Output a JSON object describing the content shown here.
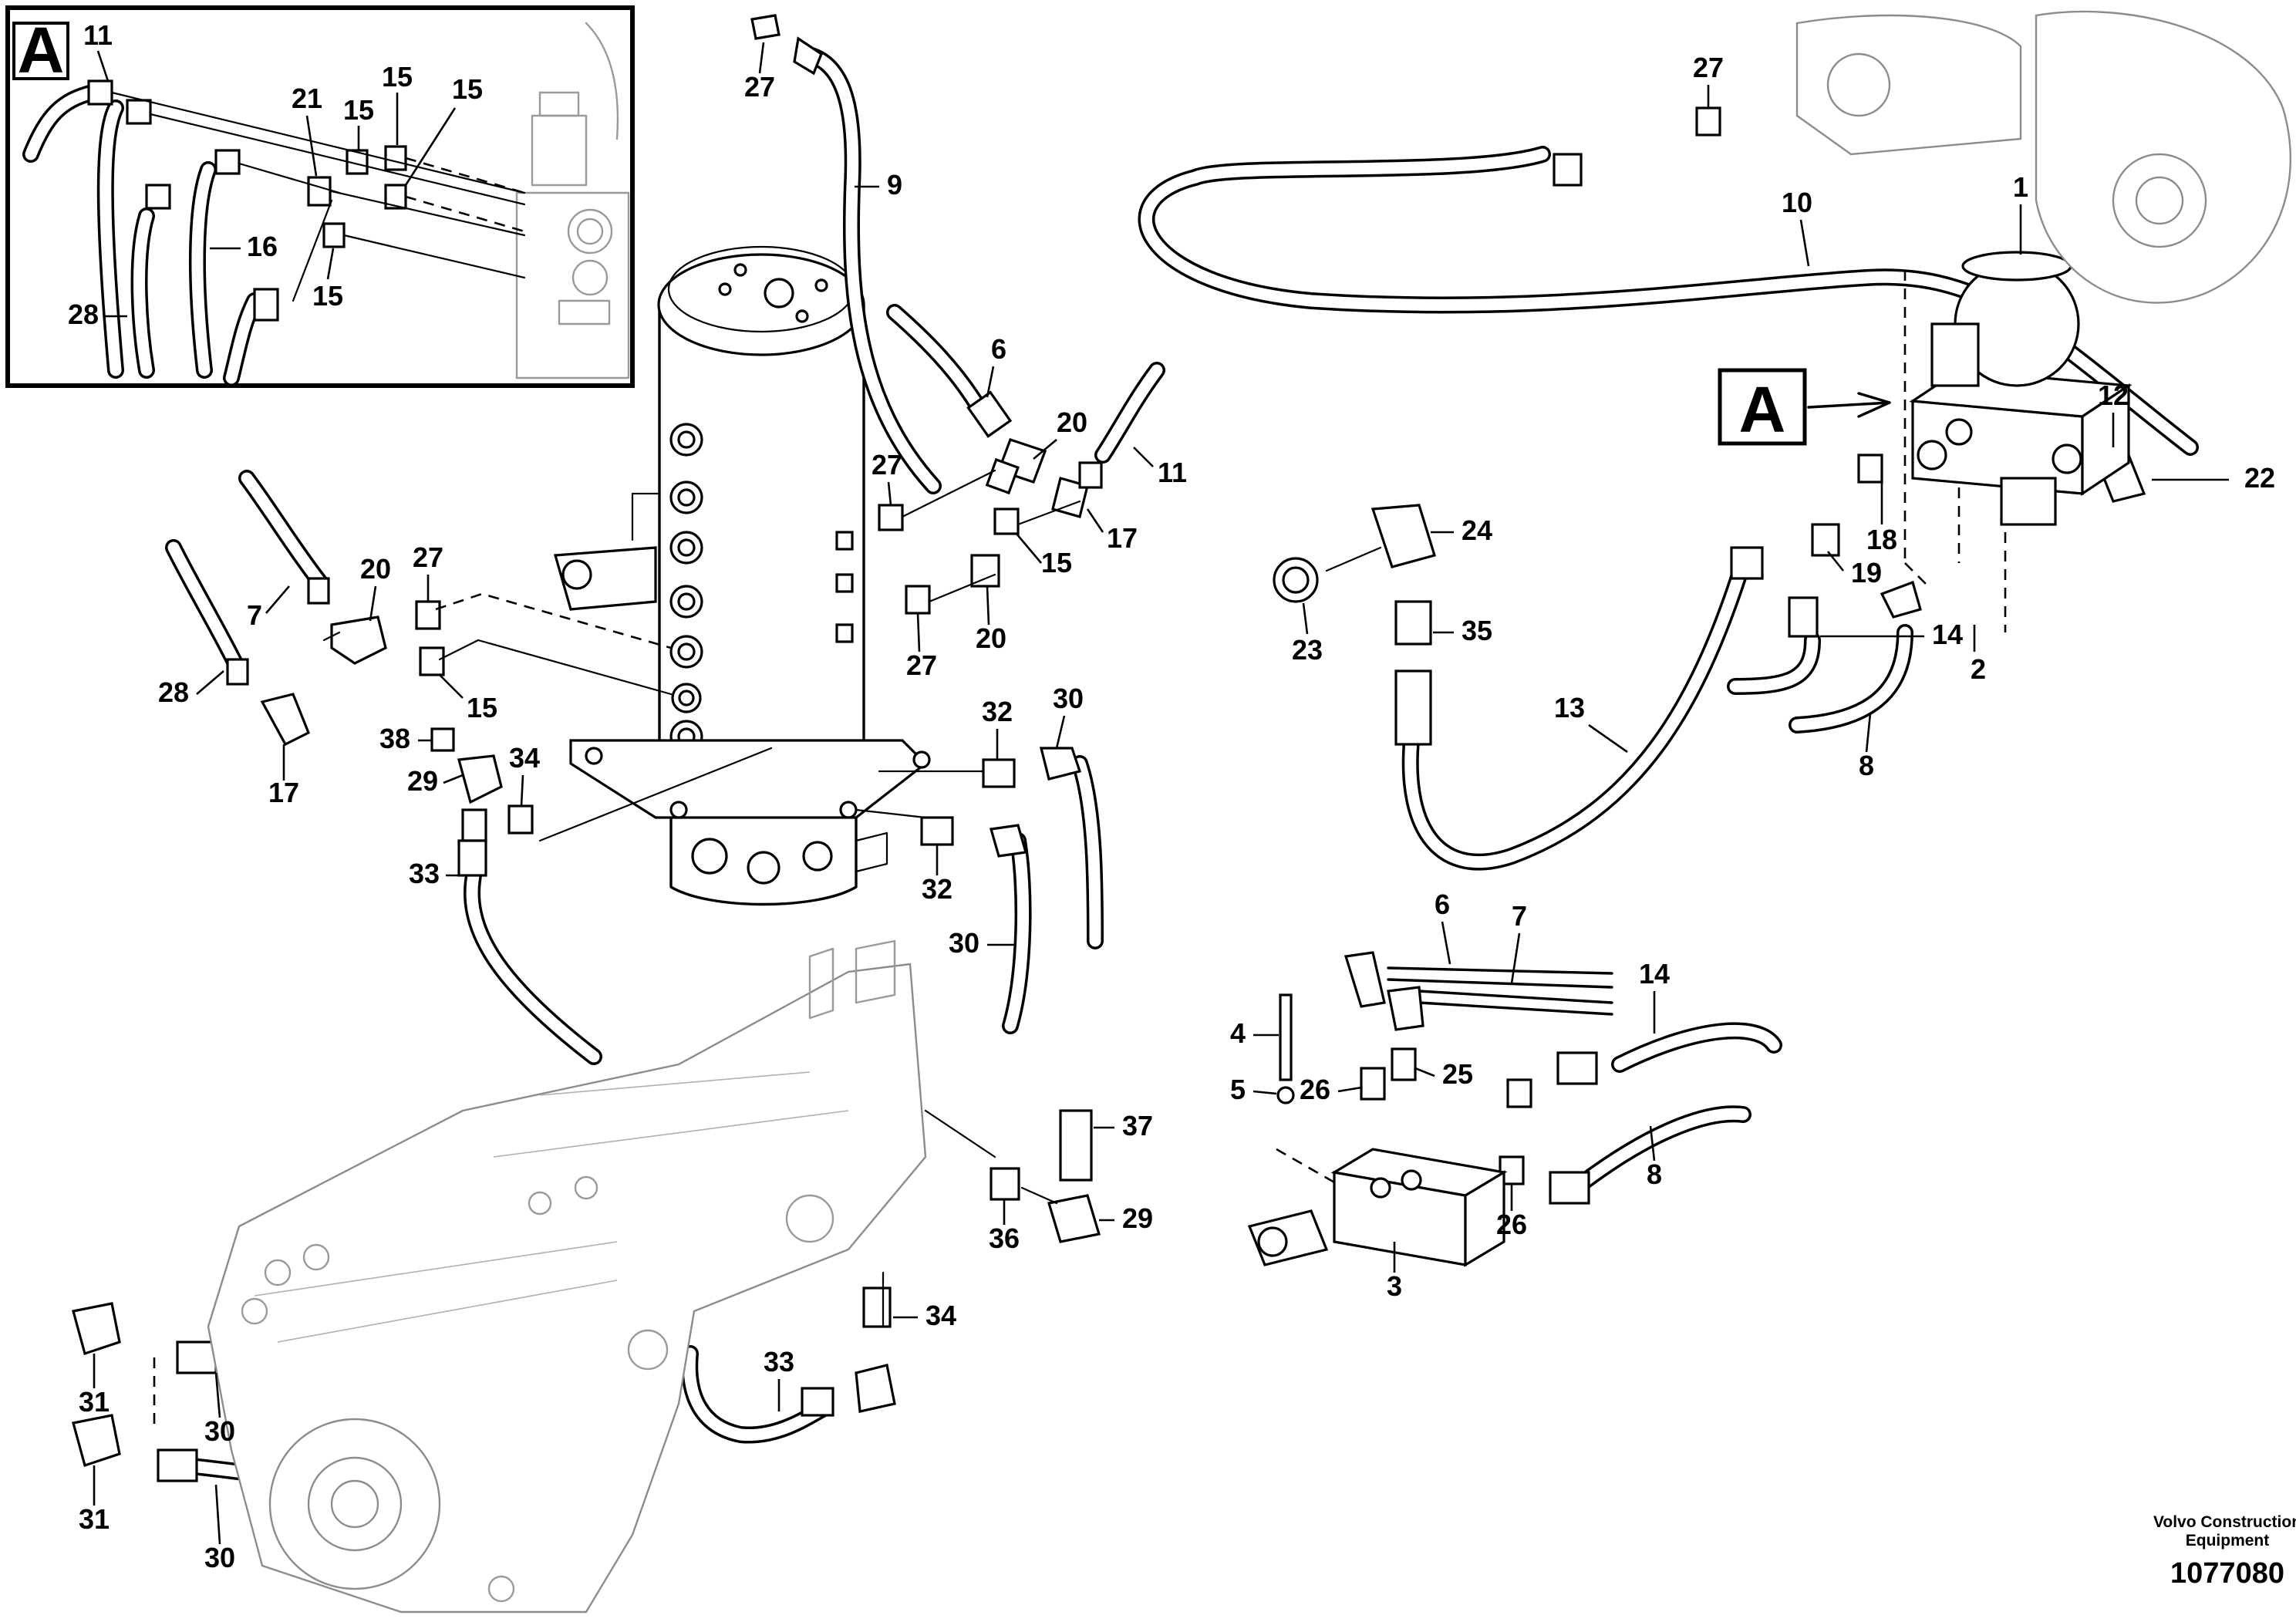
{
  "detail_label": "A",
  "callouts": [
    "1",
    "2",
    "3",
    "4",
    "5",
    "6",
    "7",
    "8",
    "9",
    "10",
    "11",
    "12",
    "13",
    "14",
    "15",
    "16",
    "17",
    "18",
    "19",
    "20",
    "21",
    "22",
    "23",
    "24",
    "25",
    "26",
    "27",
    "28",
    "29",
    "30",
    "31",
    "32",
    "33",
    "34",
    "35",
    "36",
    "37",
    "38"
  ],
  "footer": {
    "company_line1": "Volvo Construction",
    "company_line2": "Equipment",
    "drawing_number": "1077080"
  }
}
